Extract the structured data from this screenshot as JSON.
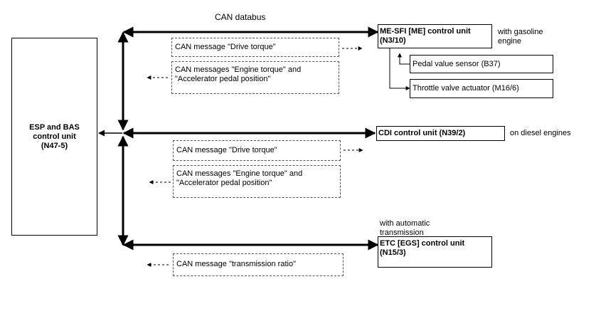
{
  "header": {
    "bus_label": "CAN databus"
  },
  "esp_unit": {
    "line1": "ESP and BAS",
    "line2": "control unit",
    "line3": "(N47-5)"
  },
  "me_unit": {
    "label": "ME-SFI [ME] control unit",
    "code": "(N3/10)",
    "note_line1": "with gasoline",
    "note_line2": "engine"
  },
  "sensors": {
    "pedal": "Pedal value sensor (B37)",
    "throttle": "Throttle valve actuator (M16/6)"
  },
  "cdi_unit": {
    "label": "CDI control unit (N39/2)",
    "note": "on diesel engines"
  },
  "etc_unit": {
    "label": "ETC [EGS] control unit",
    "code": "(N15/3)",
    "note_line1": "with automatic",
    "note_line2": "transmission"
  },
  "messages": {
    "me_drive_torque": "CAN message \"Drive torque\"",
    "me_engine_torque_1": "CAN messages \"Engine torque\" and",
    "me_engine_torque_2": "\"Accelerator pedal position\"",
    "cdi_drive_torque": "CAN message \"Drive torque\"",
    "cdi_engine_torque_1": "CAN messages \"Engine torque\" and",
    "cdi_engine_torque_2": "\"Accelerator pedal position\"",
    "trans_ratio": "CAN message \"transmission ratio\""
  }
}
